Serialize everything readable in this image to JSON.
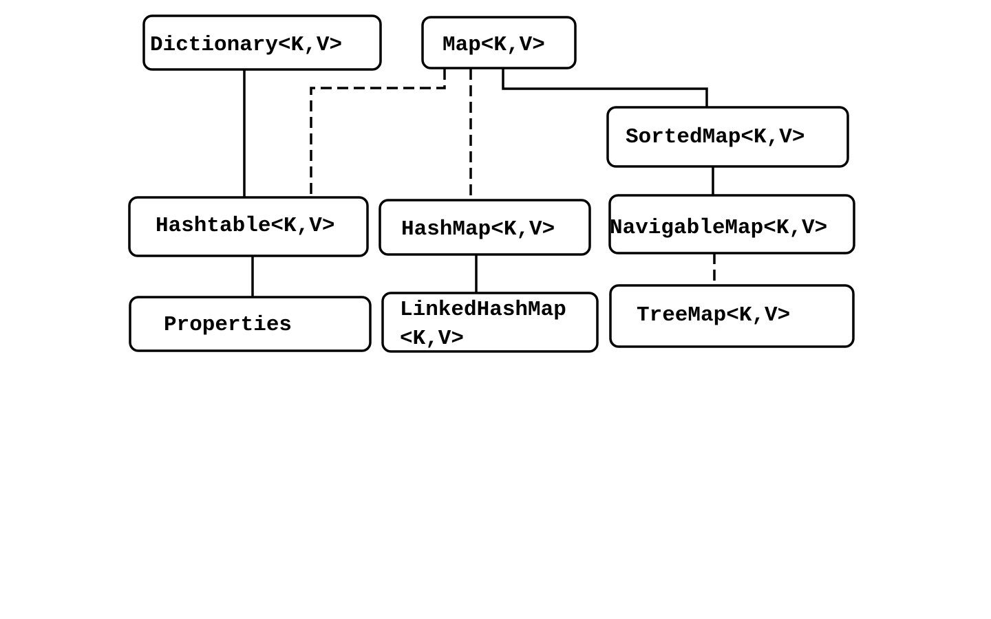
{
  "diagram": {
    "nodes": {
      "dictionary": {
        "label": "Dictionary<K,V>"
      },
      "map": {
        "label": "Map<K,V>"
      },
      "sorted_map": {
        "label": "SortedMap<K,V>"
      },
      "hashtable": {
        "label": "Hashtable<K,V>"
      },
      "hashmap": {
        "label": "HashMap<K,V>"
      },
      "navigable_map": {
        "label": "NavigableMap<K,V>"
      },
      "properties": {
        "label": "Properties"
      },
      "linked_hashmap": {
        "label_line1": "LinkedHashMap",
        "label_line2": "<K,V>"
      },
      "treemap": {
        "label": "TreeMap<K,V>"
      }
    },
    "edges": [
      {
        "from": "dictionary",
        "to": "hashtable",
        "style": "solid"
      },
      {
        "from": "map",
        "to": "hashtable",
        "style": "dashed"
      },
      {
        "from": "map",
        "to": "hashmap",
        "style": "dashed"
      },
      {
        "from": "map",
        "to": "sorted_map",
        "style": "solid"
      },
      {
        "from": "sorted_map",
        "to": "navigable_map",
        "style": "solid"
      },
      {
        "from": "hashtable",
        "to": "properties",
        "style": "solid"
      },
      {
        "from": "hashmap",
        "to": "linked_hashmap",
        "style": "solid"
      },
      {
        "from": "navigable_map",
        "to": "treemap",
        "style": "dashed"
      }
    ]
  }
}
